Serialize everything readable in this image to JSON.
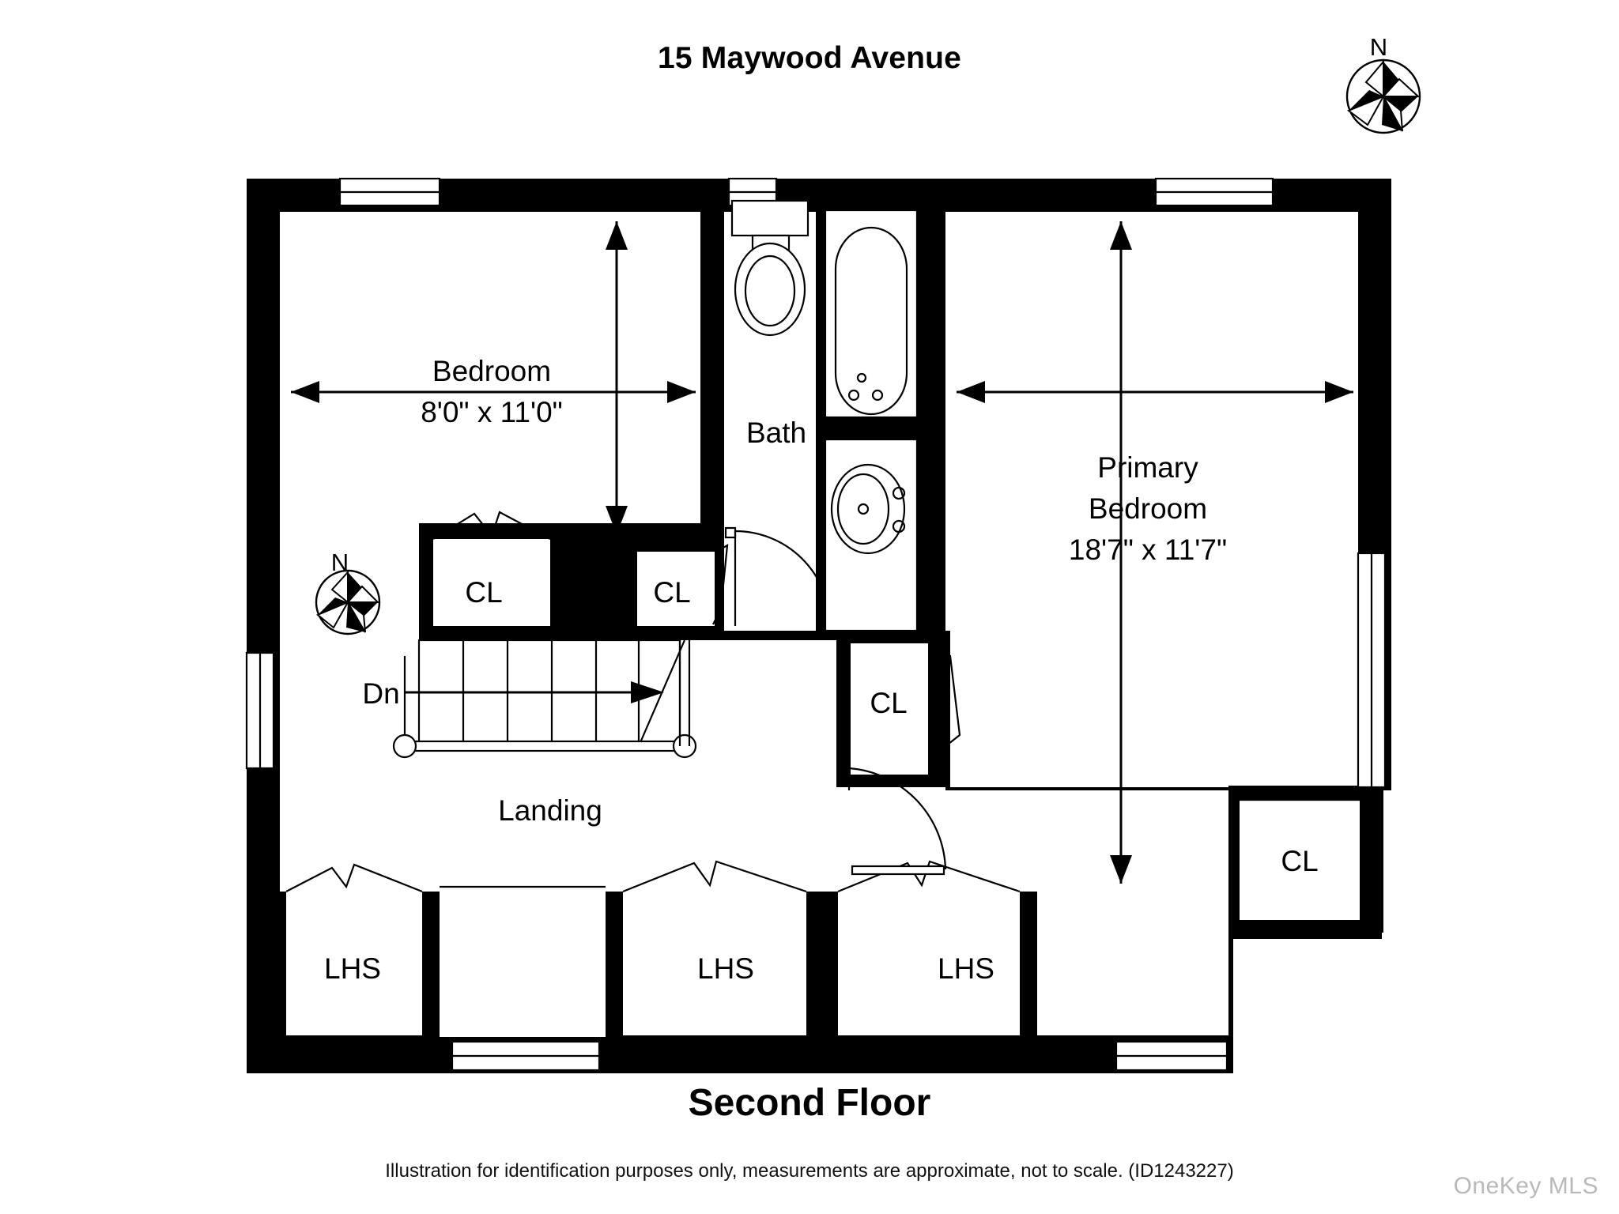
{
  "document": {
    "title": "15 Maywood Avenue",
    "floor_label": "Second Floor",
    "disclaimer": "Illustration for identification purposes only, measurements are approximate, not to scale. (ID1243227)",
    "watermark": "OneKey MLS"
  },
  "colors": {
    "wall": "#000000",
    "background": "#ffffff",
    "fixture_stroke": "#000000",
    "watermark": "#b9b9bc"
  },
  "rooms": [
    {
      "id": "bedroom",
      "name": "Bedroom",
      "dimensions": "8'0\" x 11'0\""
    },
    {
      "id": "bath",
      "name": "Bath",
      "dimensions": ""
    },
    {
      "id": "primary_bedroom",
      "name": "Primary Bedroom",
      "dimensions": "18'7\" x 11'7\""
    },
    {
      "id": "landing",
      "name": "Landing",
      "dimensions": ""
    }
  ],
  "room_labels": {
    "bedroom_name": "Bedroom",
    "bedroom_dims": "8'0\" x 11'0\"",
    "bath_name": "Bath",
    "primary_line1": "Primary",
    "primary_line2": "Bedroom",
    "primary_dims": "18'7\" x 11'7\"",
    "landing_name": "Landing",
    "stair_direction": "Dn"
  },
  "closets": [
    {
      "id": "closet-bedroom-left",
      "label": "CL"
    },
    {
      "id": "closet-bedroom-right",
      "label": "CL"
    },
    {
      "id": "closet-hall",
      "label": "CL"
    },
    {
      "id": "closet-primary",
      "label": "CL"
    }
  ],
  "low_head_spaces": [
    {
      "id": "lhs-left",
      "label": "LHS"
    },
    {
      "id": "lhs-center",
      "label": "LHS"
    },
    {
      "id": "lhs-right",
      "label": "LHS"
    }
  ],
  "compasses": [
    {
      "id": "compass-top-right",
      "label": "N"
    },
    {
      "id": "compass-plan",
      "label": "N"
    }
  ],
  "fixtures": [
    {
      "id": "toilet",
      "name": "toilet"
    },
    {
      "id": "bathtub",
      "name": "bathtub"
    },
    {
      "id": "sink",
      "name": "vanity-sink"
    }
  ],
  "windows_count": 7,
  "doors_count": 3
}
